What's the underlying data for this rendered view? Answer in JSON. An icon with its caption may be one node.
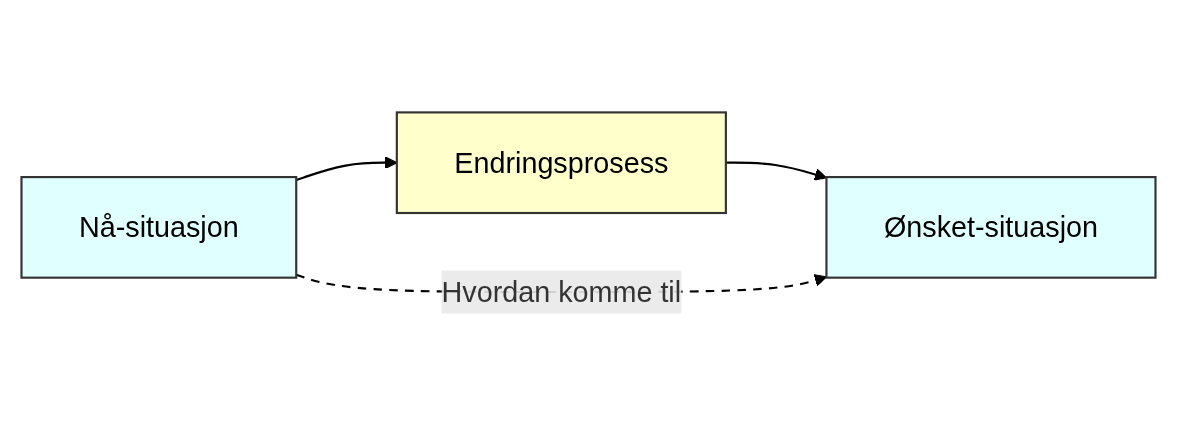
{
  "diagram": {
    "nodes": [
      {
        "text": [
          "Endringsprosess"
        ]
      },
      {
        "text": [
          "Nå-situasjon"
        ]
      },
      {
        "text": [
          "Ønsket-situasjon"
        ]
      }
    ],
    "edges": [
      {
        "from": 1,
        "to": 0,
        "arrow": "to"
      },
      {
        "from": 0,
        "to": 2,
        "arrow": "to"
      },
      {
        "from": 1,
        "to": 2,
        "arrow": "to",
        "label": "Hvordan komme til",
        "style": "dashed"
      }
    ]
  }
}
